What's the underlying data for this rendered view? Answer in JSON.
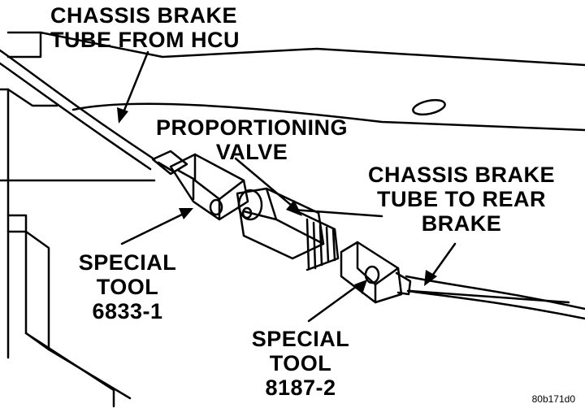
{
  "labels": {
    "chassis_tube_from_hcu": [
      "CHASSIS BRAKE",
      "TUBE FROM HCU"
    ],
    "proportioning_valve": [
      "PROPORTIONING",
      "VALVE"
    ],
    "chassis_tube_to_rear": [
      "CHASSIS BRAKE",
      "TUBE TO REAR",
      "BRAKE"
    ],
    "special_tool_1": [
      "SPECIAL",
      "TOOL",
      "6833-1"
    ],
    "special_tool_2": [
      "SPECIAL",
      "TOOL",
      "8187-2"
    ]
  },
  "figure_code": "80b171d0"
}
